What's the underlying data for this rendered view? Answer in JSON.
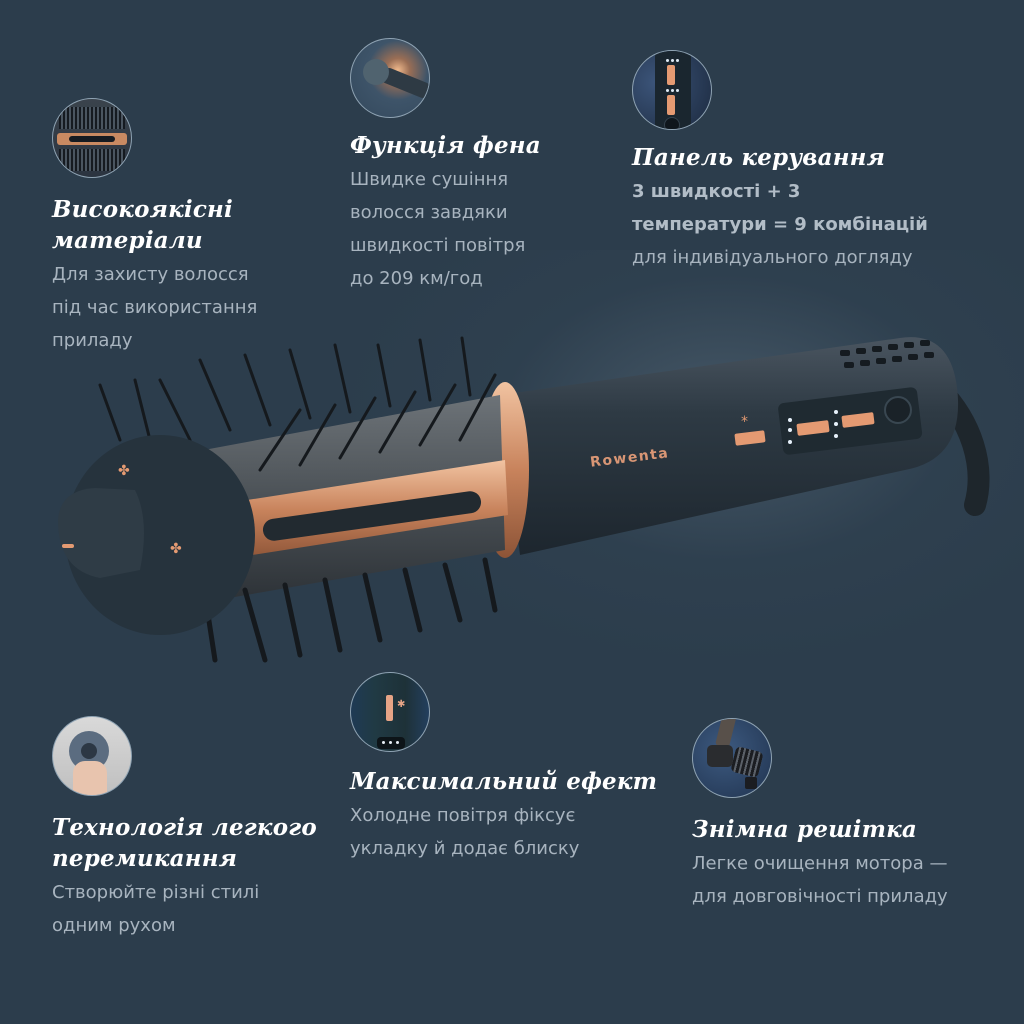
{
  "colors": {
    "background": "#2c3d4c",
    "title_text": "#ffffff",
    "body_text": "#a8b4bf",
    "accent_copper": "#d99675",
    "led_white": "#e6f0fa"
  },
  "product": {
    "brand": "Rowenta",
    "description": "Hot air brush illustration with rotating bristle barrel, copper air vent, and control panel",
    "control_panel": {
      "buttons": [
        {
          "icon": "snowflake-icon",
          "label": "cold shot"
        },
        {
          "icon": "fan-icon",
          "label": "speed"
        },
        {
          "icon": "heat-icon",
          "label": "temperature"
        }
      ],
      "indicator_leds": 6,
      "power_button": "round-power-button"
    }
  },
  "features": [
    {
      "id": "materials",
      "thumb_icon": "bristle-closeup-icon",
      "title_lines": [
        "Високоякісні",
        "матеріали"
      ],
      "desc_lines": [
        "Для захисту волосся",
        "під час використання",
        "приладу"
      ]
    },
    {
      "id": "dryer",
      "thumb_icon": "airflow-icon",
      "title_lines": [
        "Функція фена"
      ],
      "desc_lines": [
        "Швидке сушіння",
        "волосся завдяки",
        "швидкості повітря",
        "до 209 км/год"
      ]
    },
    {
      "id": "panel",
      "thumb_icon": "control-panel-icon",
      "title_lines": [
        "Панель керування"
      ],
      "highlight_lines": [
        "3 швидкості + 3",
        "температури = 9 комбінацій"
      ],
      "desc_lines": [
        "для індивідуального догляду"
      ]
    },
    {
      "id": "switch",
      "thumb_icon": "hand-switch-icon",
      "title_lines": [
        "Технологія легкого",
        "перемикання"
      ],
      "desc_lines": [
        "Створюйте різні стилі",
        "одним рухом"
      ]
    },
    {
      "id": "max",
      "thumb_icon": "cold-shot-button-icon",
      "title_lines": [
        "Максимальний ефект"
      ],
      "desc_lines": [
        "Холодне повітря фіксує",
        "укладку й додає блиску"
      ]
    },
    {
      "id": "grid",
      "thumb_icon": "removable-grid-icon",
      "title_lines": [
        "Знімна решітка"
      ],
      "desc_lines": [
        "Легке очищення мотора —",
        "для довговічності приладу"
      ]
    }
  ]
}
